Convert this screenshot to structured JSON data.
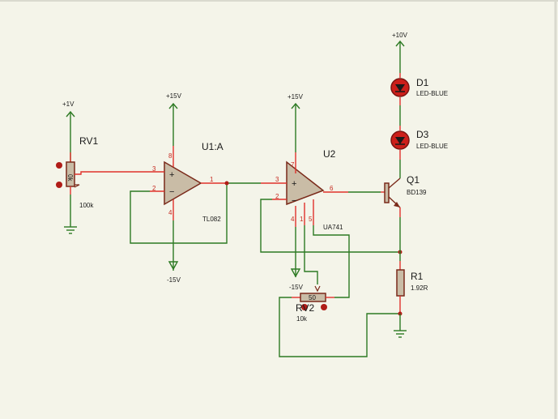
{
  "power": {
    "vcc_10": "+10V",
    "vcc_1": "+1V",
    "vcc_15a": "+15V",
    "vcc_15b": "+15V",
    "vee_15a": "-15V",
    "vee_15b": "-15V"
  },
  "components": {
    "rv1": {
      "ref": "RV1",
      "value": "100k",
      "body_text": "0k"
    },
    "u1a": {
      "ref": "U1:A",
      "value": "TL082"
    },
    "u2": {
      "ref": "U2",
      "value": "UA741"
    },
    "rv2": {
      "ref": "RV2",
      "value": "10k",
      "body_text": "50"
    },
    "q1": {
      "ref": "Q1",
      "value": "BD139"
    },
    "d1": {
      "ref": "D1",
      "value": "LED-BLUE"
    },
    "d3": {
      "ref": "D3",
      "value": "LED-BLUE"
    },
    "r1": {
      "ref": "R1",
      "value": "1.92R"
    }
  },
  "pins": {
    "u1_3": "3",
    "u1_2": "2",
    "u1_1": "1",
    "u1_8": "8",
    "u1_4": "4",
    "u2_3": "3",
    "u2_2": "2",
    "u2_6": "6",
    "u2_7": "7",
    "u2_4": "4",
    "u2_1": "1",
    "u2_5": "5"
  },
  "symbols": {
    "plus": "+",
    "minus": "−"
  },
  "colors": {
    "wire": "#2d7a23",
    "pin": "#e0312b",
    "body": "#c9bca6",
    "led": "#cc1f1a",
    "background": "#f4f4e9"
  }
}
